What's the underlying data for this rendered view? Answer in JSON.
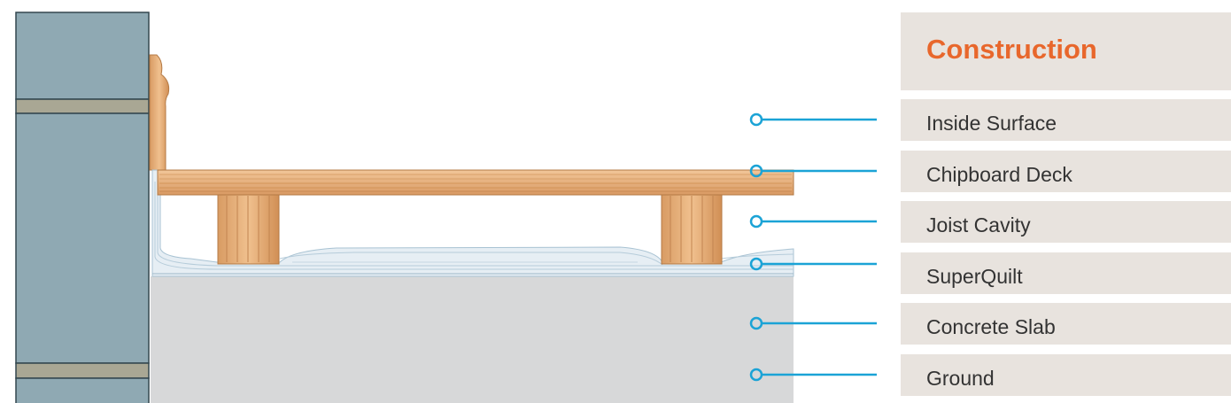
{
  "panel": {
    "title": "Construction",
    "colors": {
      "title": "#e8672c",
      "panel_bg": "#e8e3de",
      "leader": "#1ba3d6"
    }
  },
  "layers": [
    {
      "label": "Inside Surface"
    },
    {
      "label": "Chipboard Deck"
    },
    {
      "label": "Joist Cavity"
    },
    {
      "label": "SuperQuilt"
    },
    {
      "label": "Concrete Slab"
    },
    {
      "label": "Ground"
    }
  ]
}
